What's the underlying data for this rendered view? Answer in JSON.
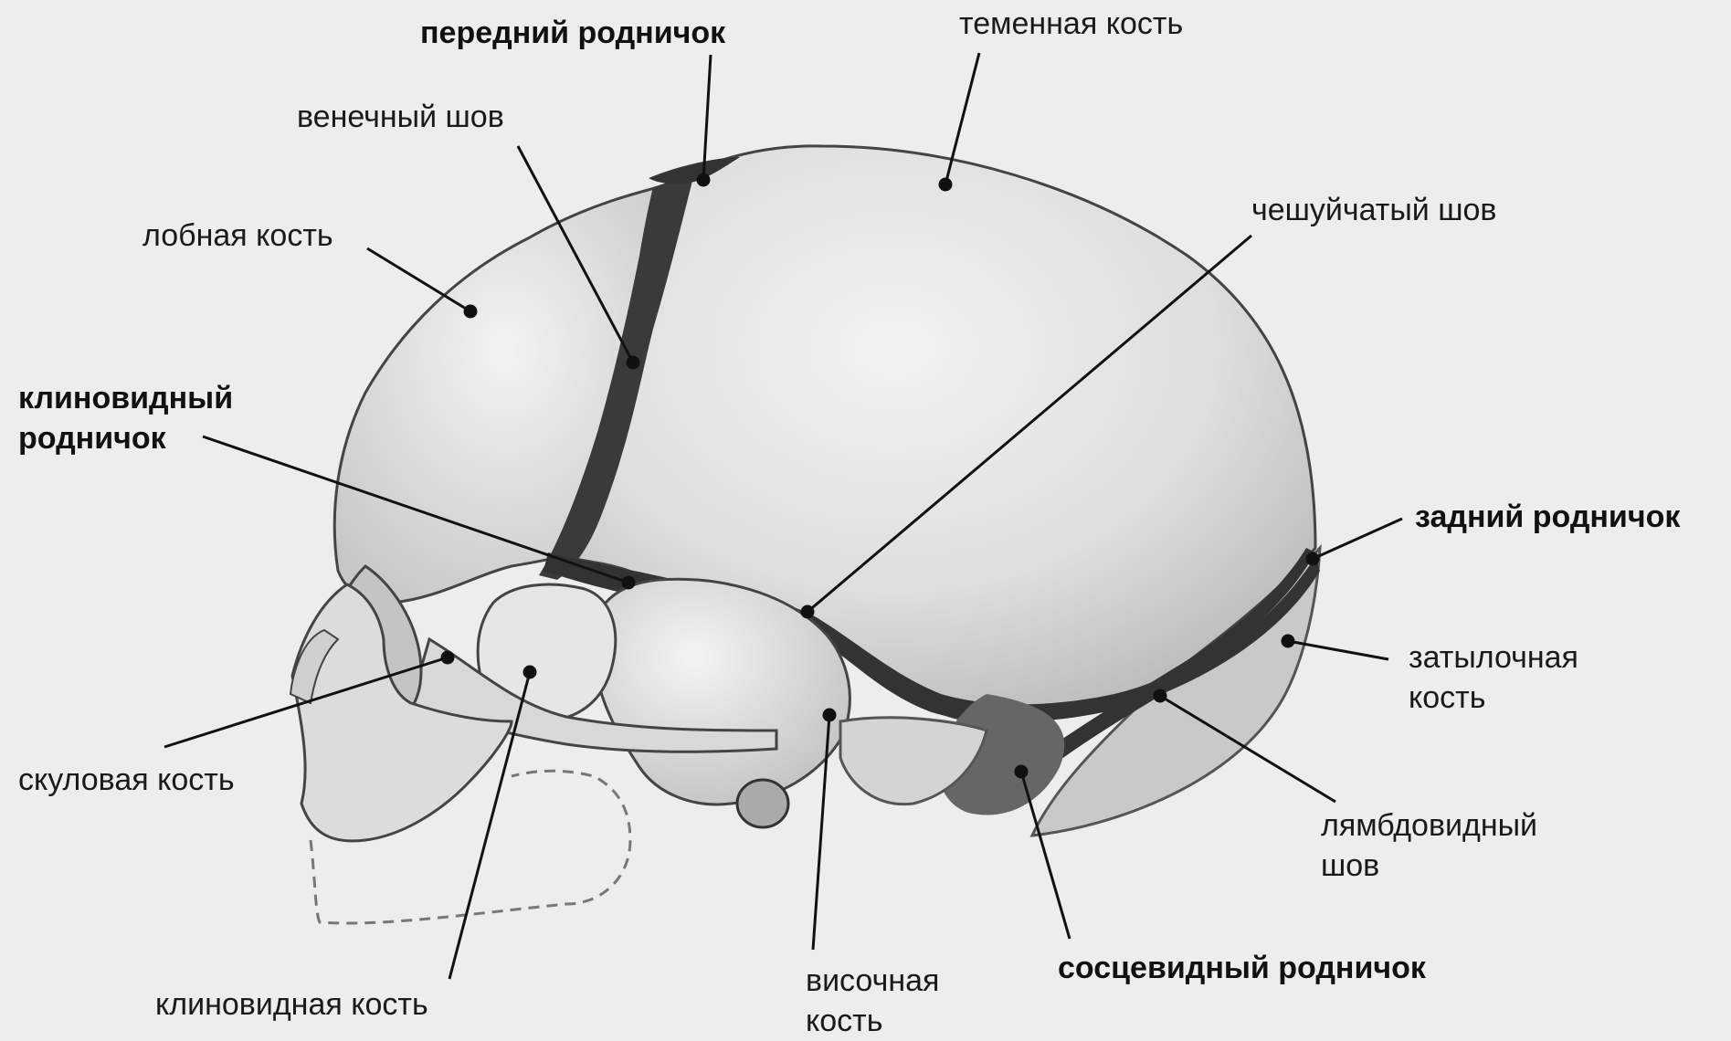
{
  "colors": {
    "background": "#ededed",
    "bone": "#dadada",
    "suture": "#3a3a3a",
    "leader": "#111111"
  },
  "labels": {
    "anterior_fontanelle": "передний родничок",
    "parietal_bone": "теменная кость",
    "coronal_suture": "венечный шов",
    "frontal_bone": "лобная кость",
    "squamous_suture": "чешуйчатый шов",
    "sphenoid_fontanelle": [
      "клиновидный",
      "родничок"
    ],
    "posterior_fontanelle": "задний родничок",
    "occipital_bone": [
      "затылочная",
      "кость"
    ],
    "zygomatic_bone": "скуловая кость",
    "lambdoid_suture": [
      "лямбдовидный",
      "шов"
    ],
    "mastoid_fontanelle": "сосцевидный родничок",
    "temporal_bone": [
      "височная",
      "кость"
    ],
    "sphenoid_bone": "клиновидная кость"
  }
}
